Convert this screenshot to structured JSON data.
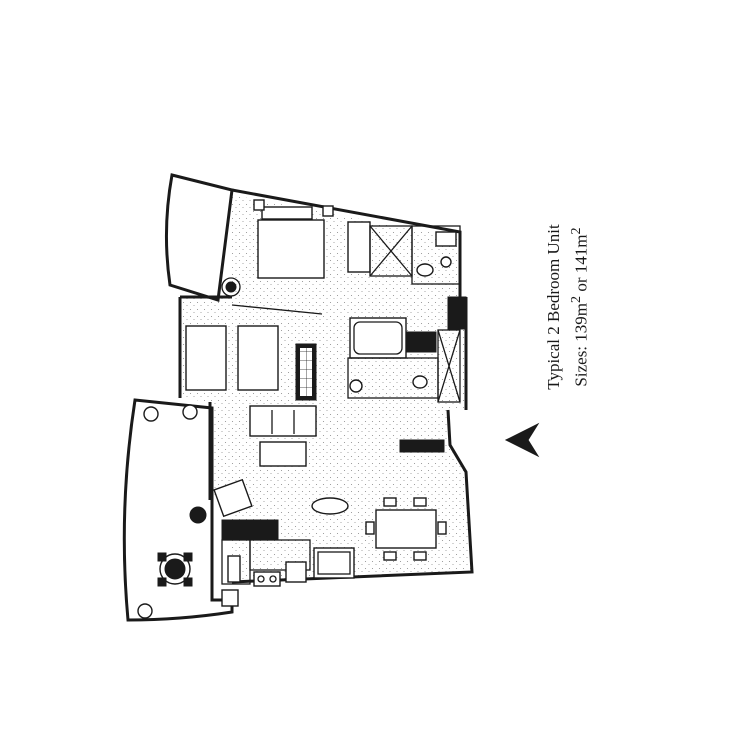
{
  "caption": {
    "line1": "Typical 2 Bedroom Unit",
    "line2_prefix": "Sizes: 139m",
    "line2_sup1": "2",
    "line2_mid": " or 141m",
    "line2_sup2": "2"
  },
  "icons": {
    "north_arrow": "north-arrow-icon"
  },
  "colors": {
    "ink": "#1a1a1a",
    "paper": "#ffffff",
    "stipple": "#8a8a8a"
  }
}
